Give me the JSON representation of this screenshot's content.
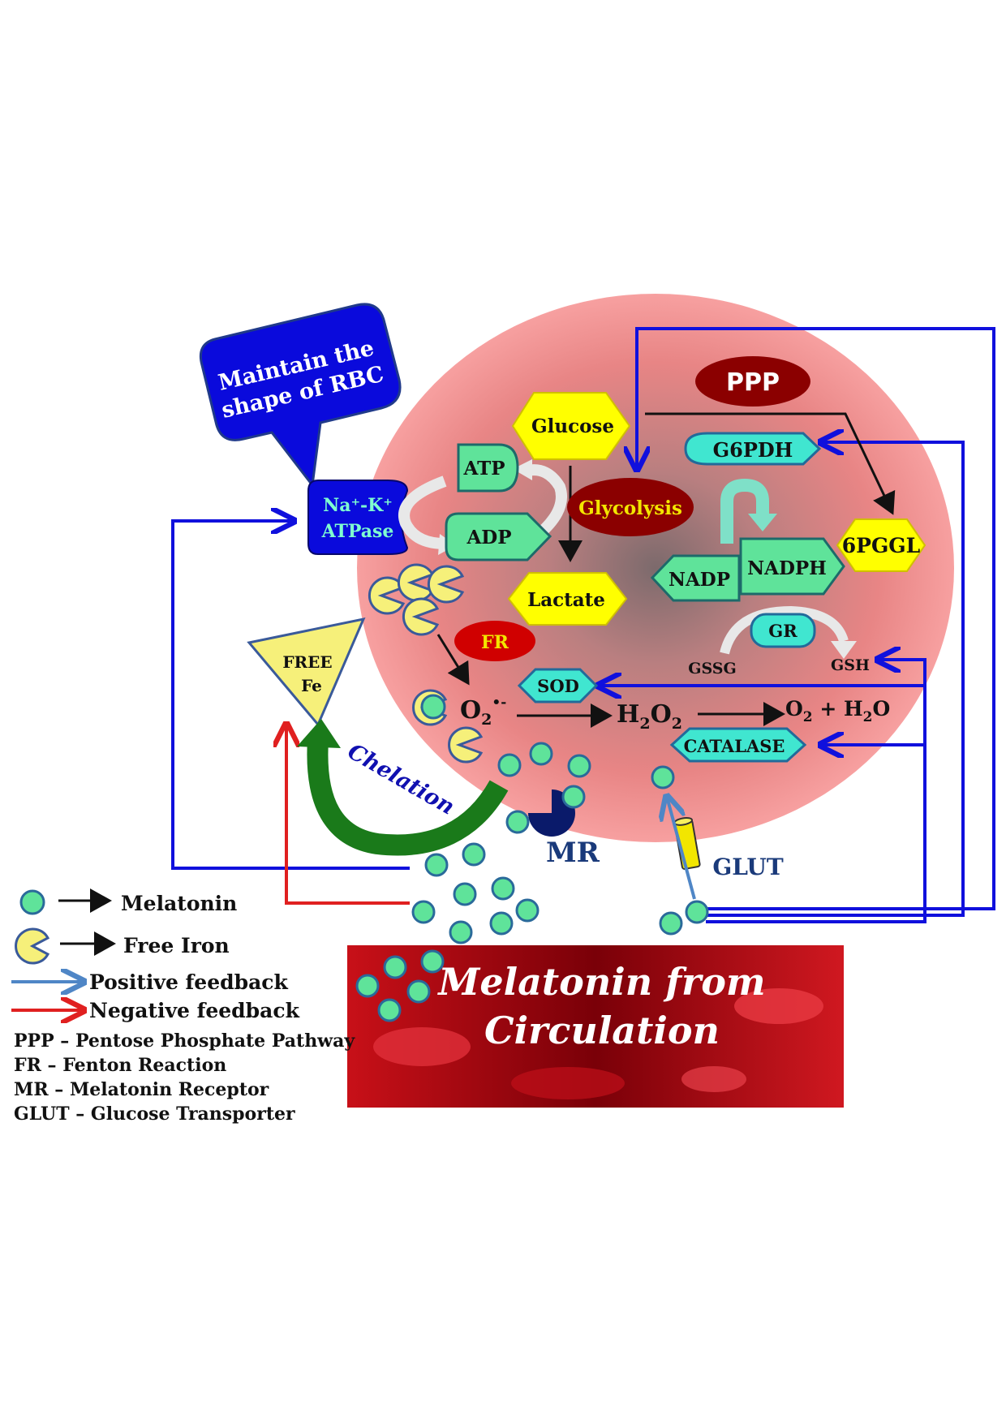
{
  "callout": {
    "line1": "Maintain the",
    "line2": "shape of RBC"
  },
  "pump": {
    "line1": "Na⁺-K⁺",
    "line2": "ATPase"
  },
  "nodes": {
    "glucose": "Glucose",
    "lactate": "Lactate",
    "glycolysis": "Glycolysis",
    "atp": "ATP",
    "adp": "ADP",
    "ppp": "PPP",
    "g6pdh": "G6PDH",
    "pggl": "6PGGL",
    "nadp": "NADP",
    "nadph": "NADPH",
    "gr": "GR",
    "gssg": "GSSG",
    "gsh": "GSH",
    "fr": "FR",
    "sod": "SOD",
    "catalase": "CATALASE",
    "free_fe_line1": "FREE",
    "free_fe_line2": "Fe",
    "chelation": "Chelation",
    "mr": "MR",
    "glut": "GLUT"
  },
  "chem": {
    "superoxide": {
      "base": "O",
      "sub": "2",
      "sup": "•-"
    },
    "h2o2": {
      "h": "H",
      "sub1": "2",
      "o": "O",
      "sub2": "2"
    },
    "products": {
      "o": "O",
      "sub1": "2",
      "rest": " + H",
      "sub2": "2",
      "end": "O"
    }
  },
  "circulation": {
    "line1": "Melatonin from",
    "line2": "Circulation"
  },
  "legend": {
    "melatonin": "Melatonin",
    "free_iron": "Free Iron",
    "positive": "Positive feedback",
    "negative": "Negative feedback"
  },
  "abbreviations": [
    "PPP – Pentose Phosphate Pathway",
    "FR – Fenton Reaction",
    "MR – Melatonin Receptor",
    "GLUT – Glucose Transporter"
  ],
  "colors": {
    "melatonin": "#5fe39a",
    "iron": "#f6f07a",
    "positive_feedback": "#4f86c6",
    "negative_feedback": "#e02020",
    "regulation_lines": "#1010dd",
    "yellow_node": "#ffff00",
    "green_node": "#5fe39a",
    "teal_node": "#40e6d0",
    "dark_red_node": "#8b0000",
    "callout": "#0a0adc",
    "chelation": "#1a7a1a"
  }
}
